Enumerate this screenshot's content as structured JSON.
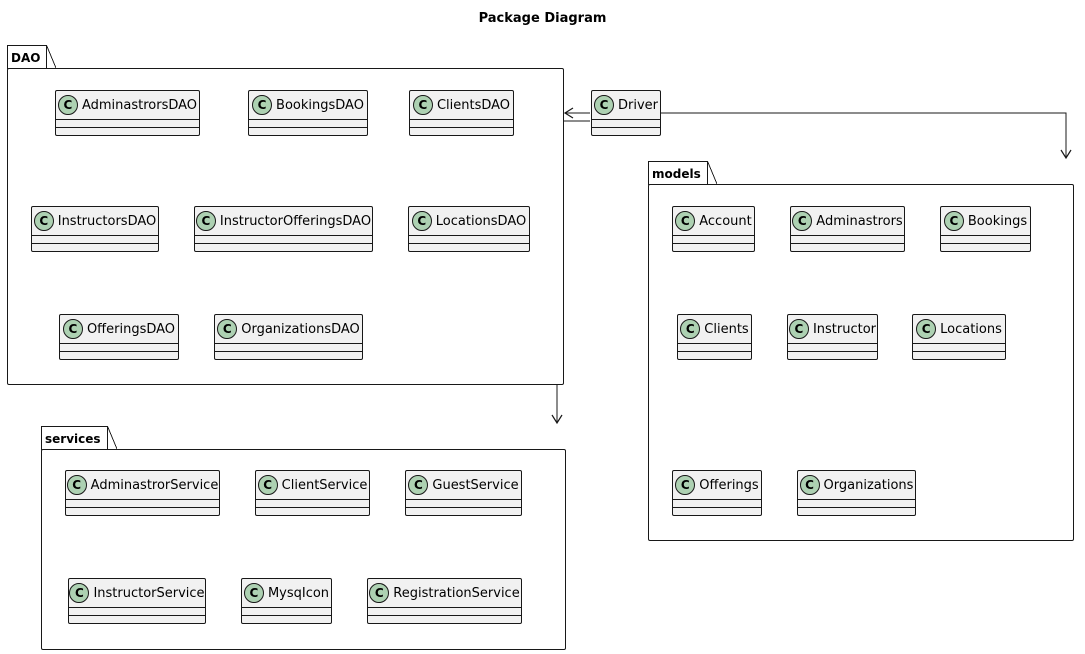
{
  "title": "Package Diagram",
  "icon_glyph": "C",
  "colors": {
    "class_fill": "#f1f1f1",
    "class_icon": "#add1b2",
    "stroke": "#181818"
  },
  "packages": {
    "dao": {
      "name": "DAO",
      "classes": [
        "AdminastrorsDAO",
        "BookingsDAO",
        "ClientsDAO",
        "InstructorsDAO",
        "InstructorOfferingsDAO",
        "LocationsDAO",
        "OfferingsDAO",
        "OrganizationsDAO"
      ]
    },
    "models": {
      "name": "models",
      "classes": [
        "Account",
        "Adminastrors",
        "Bookings",
        "Clients",
        "Instructor",
        "Locations",
        "Offerings",
        "Organizations"
      ]
    },
    "services": {
      "name": "services",
      "classes": [
        "AdminastrorService",
        "ClientService",
        "GuestService",
        "InstructorService",
        "MysqIcon",
        "RegistrationService"
      ]
    }
  },
  "driver": {
    "name": "Driver"
  },
  "relations": [
    {
      "from": "Driver",
      "to": "DAO"
    },
    {
      "from": "Driver",
      "to": "models"
    },
    {
      "from": "Driver",
      "to": "services"
    }
  ]
}
